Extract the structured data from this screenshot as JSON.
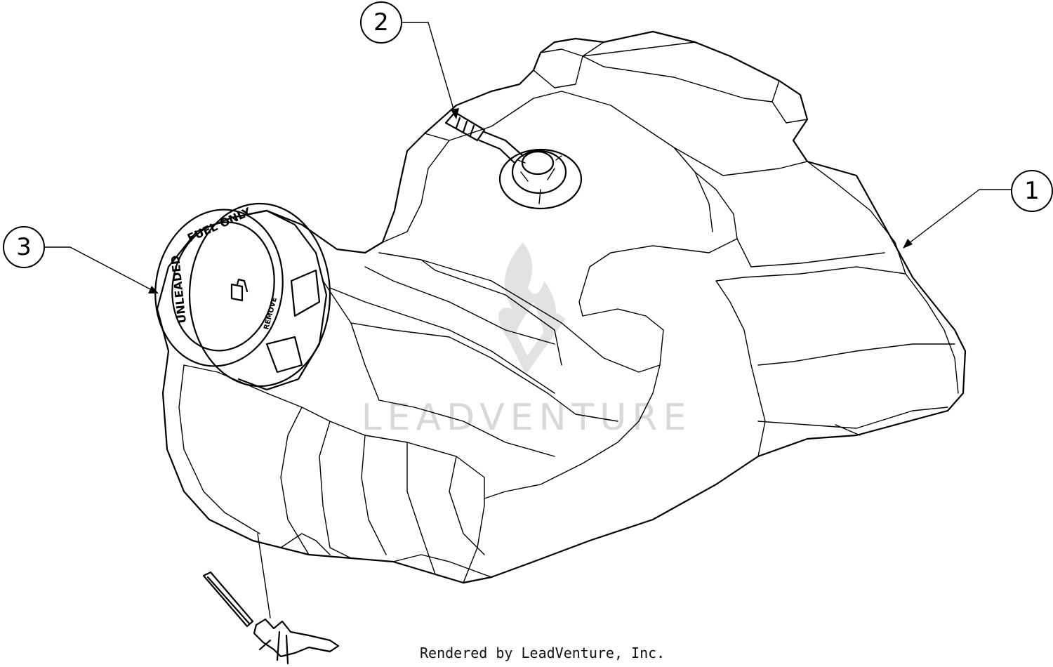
{
  "callouts": [
    {
      "label": "1",
      "part": "fuel-tank"
    },
    {
      "label": "2",
      "part": "fuel-line-fitting"
    },
    {
      "label": "3",
      "part": "fuel-cap"
    }
  ],
  "cap": {
    "text_top": "FUEL ONLY",
    "text_side": "UNLEADED",
    "text_small": "REMOVE"
  },
  "watermark": "LEADVENTURE",
  "footer": "Rendered by LeadVenture, Inc."
}
